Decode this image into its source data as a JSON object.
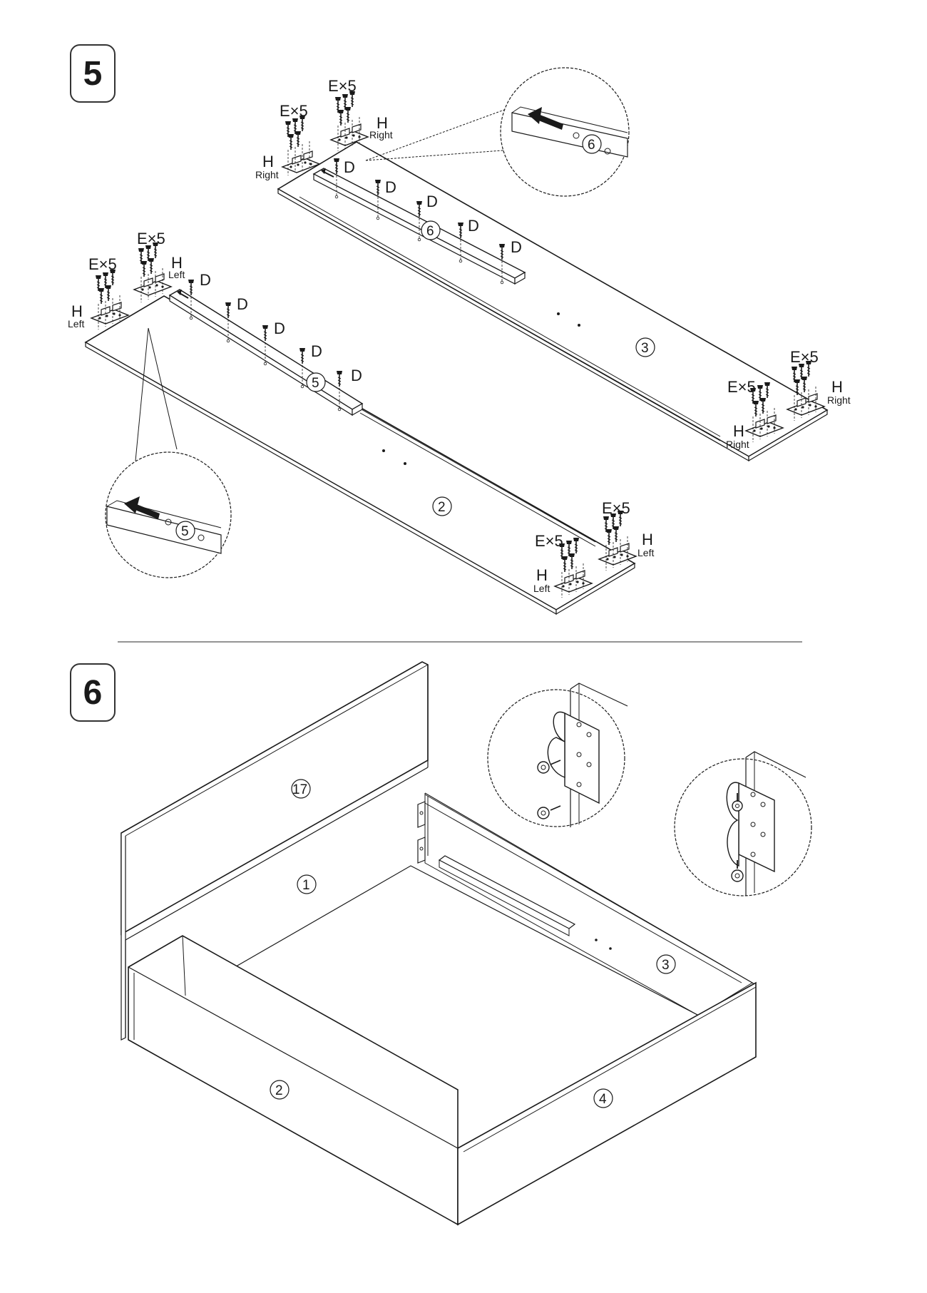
{
  "steps": [
    {
      "number": "5"
    },
    {
      "number": "6"
    }
  ],
  "step5": {
    "qty_label": "E×5",
    "bracket_label": "H",
    "side_right": "Right",
    "side_left": "Left",
    "screw_label": "D",
    "panels": {
      "front": "2",
      "back": "3"
    },
    "slats": {
      "front": "5",
      "back": "6"
    },
    "zoom": {
      "front": "5",
      "back": "6"
    }
  },
  "step6": {
    "panels": {
      "headboard_top": "17",
      "headboard_bottom": "1",
      "side_left": "2",
      "side_back": "3",
      "foot": "4"
    }
  },
  "colors": {
    "line": "#1a1a1a",
    "paper": "#ffffff",
    "divider": "#555555"
  }
}
